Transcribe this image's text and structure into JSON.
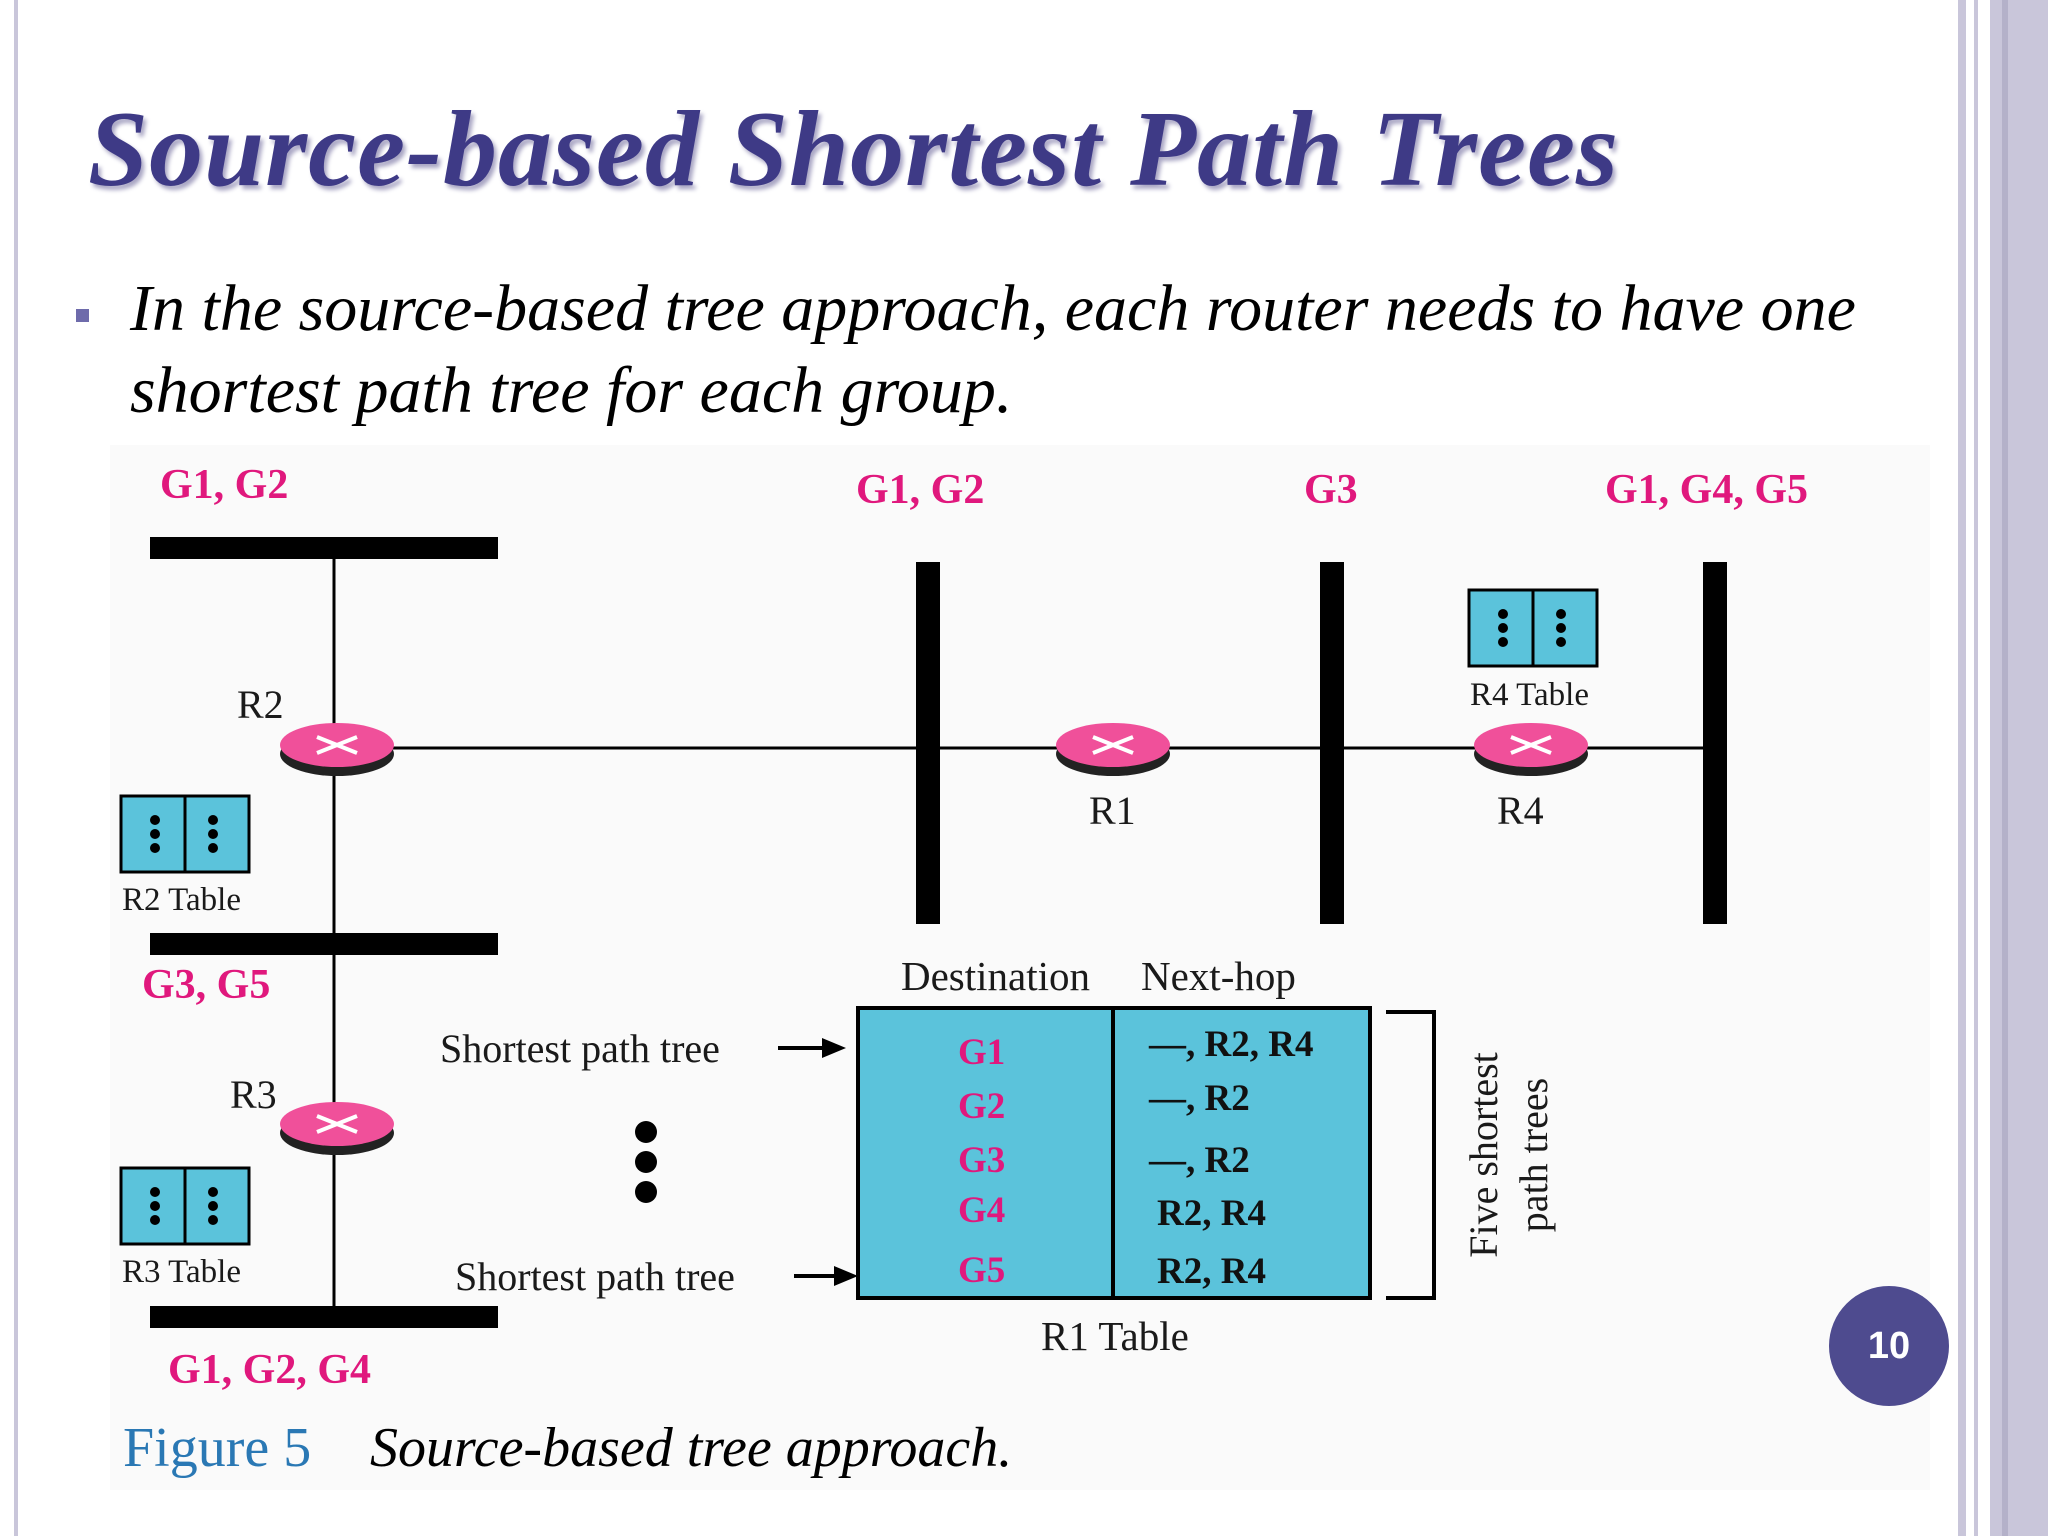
{
  "slide": {
    "title": "Source-based Shortest Path Trees",
    "bullet": "In the source-based tree approach, each router needs to have one shortest path tree for each group.",
    "page_number": "10"
  },
  "diagram": {
    "groups": {
      "top_left": "G1, G2",
      "lan_1": "G1, G2",
      "lan_2": "G3",
      "lan_3": "G1, G4, G5",
      "middle_left": "G3, G5",
      "bottom_left": "G1, G2, G4"
    },
    "routers": {
      "r1": "R1",
      "r2": "R2",
      "r3": "R3",
      "r4": "R4"
    },
    "small_tables": {
      "r2": "R2 Table",
      "r3": "R3 Table",
      "r4": "R4 Table"
    },
    "r1_table": {
      "caption": "R1 Table",
      "headers": [
        "Destination",
        "Next-hop"
      ],
      "rows": [
        {
          "destination": "G1",
          "next_hop": "—, R2, R4"
        },
        {
          "destination": "G2",
          "next_hop": "—, R2"
        },
        {
          "destination": "G3",
          "next_hop": "—, R2"
        },
        {
          "destination": "G4",
          "next_hop": "R2, R4"
        },
        {
          "destination": "G5",
          "next_hop": "R2, R4"
        }
      ]
    },
    "arrow_labels": {
      "top": "Shortest path tree",
      "bottom": "Shortest path tree"
    },
    "brace_label": {
      "line1": "Five shortest",
      "line2": "path trees"
    }
  },
  "caption": {
    "number": "Figure 5",
    "text": "Source-based tree approach."
  },
  "colors": {
    "title": "#3e3a86",
    "group_label": "#e0187d",
    "router": "#f0509a",
    "table_fill": "#5bc3db",
    "caption_number": "#2a78b4",
    "page_circle": "#4e4b8f"
  }
}
